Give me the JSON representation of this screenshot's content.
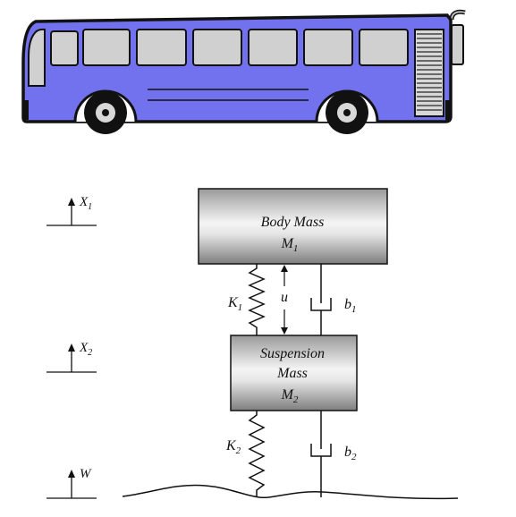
{
  "body_mass": {
    "line1": "Body Mass",
    "symbol": "M",
    "subscript": "1"
  },
  "suspension_mass": {
    "line1": "Suspension",
    "line2": "Mass",
    "symbol": "M",
    "subscript": "2"
  },
  "springs": [
    {
      "symbol": "K",
      "subscript": "1"
    },
    {
      "symbol": "K",
      "subscript": "2"
    }
  ],
  "dampers": [
    {
      "symbol": "b",
      "subscript": "1"
    },
    {
      "symbol": "b",
      "subscript": "2"
    }
  ],
  "control_force": {
    "symbol": "u"
  },
  "displacements": [
    {
      "symbol": "X",
      "subscript": "1"
    },
    {
      "symbol": "X",
      "subscript": "2"
    },
    {
      "symbol": "W",
      "subscript": ""
    }
  ],
  "colors": {
    "bus_body": "#7272ee",
    "mass_gradient_light": "#f4f4f4",
    "mass_gradient_dark": "#8a8a8a",
    "window_fill": "#d0d0d0",
    "outline": "#111111"
  }
}
